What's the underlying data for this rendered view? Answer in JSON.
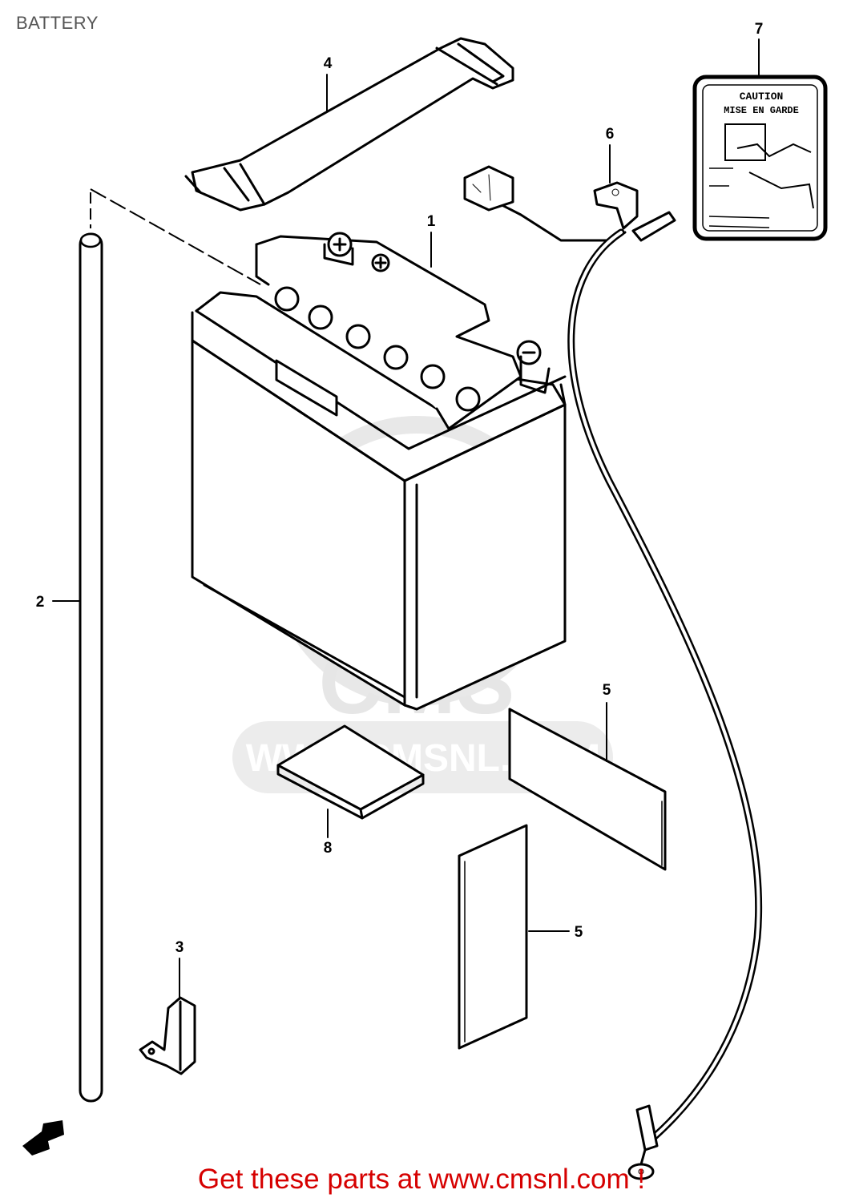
{
  "title": "BATTERY",
  "watermark": {
    "brand": "CMS",
    "url": "WWW.CMSNL.COM"
  },
  "callouts": [
    {
      "id": "callout-1",
      "label": "1"
    },
    {
      "id": "callout-2",
      "label": "2"
    },
    {
      "id": "callout-3",
      "label": "3"
    },
    {
      "id": "callout-4",
      "label": "4"
    },
    {
      "id": "callout-5a",
      "label": "5"
    },
    {
      "id": "callout-5b",
      "label": "5"
    },
    {
      "id": "callout-6",
      "label": "6"
    },
    {
      "id": "callout-7",
      "label": "7"
    },
    {
      "id": "callout-8",
      "label": "8"
    }
  ],
  "caution_label": {
    "line1": "CAUTION",
    "line2": "MISE EN GARDE"
  },
  "footer_link": "Get these parts at www.cmsnl.com !",
  "colors": {
    "link": "#d60000",
    "title": "#555555",
    "watermark": "#e6e6e6"
  }
}
